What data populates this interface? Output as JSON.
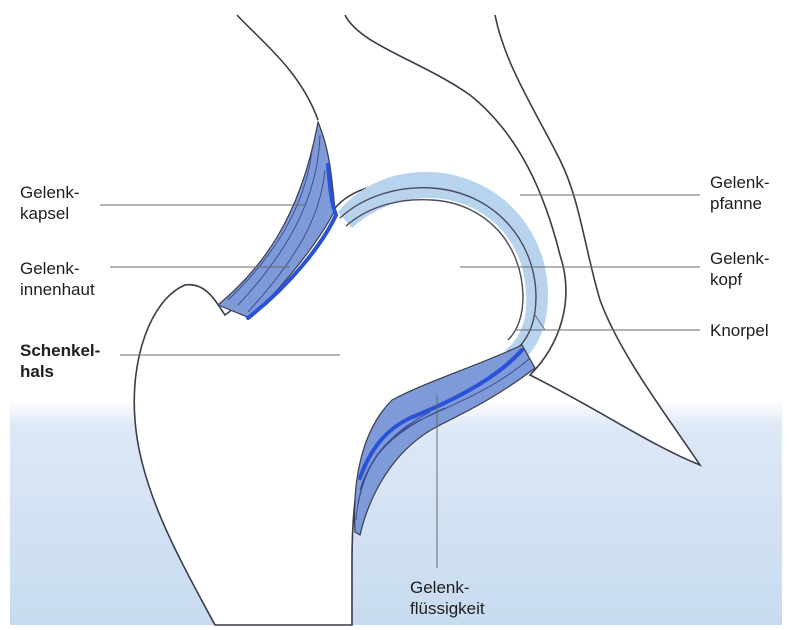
{
  "labels": {
    "gelenkkapsel": {
      "line1": "Gelenk-",
      "line2": "kapsel"
    },
    "gelenkinnenhaut": {
      "line1": "Gelenk-",
      "line2": "innenhaut"
    },
    "schenkelhals": {
      "line1": "Schenkel-",
      "line2": "hals"
    },
    "gelenkpfanne": {
      "line1": "Gelenk-",
      "line2": "pfanne"
    },
    "gelenkkopf": {
      "line1": "Gelenk-",
      "line2": "kopf"
    },
    "knorpel": {
      "line1": "Knorpel"
    },
    "gelenkfluessigkeit": {
      "line1": "Gelenk-",
      "line2": "flüssigkeit"
    }
  },
  "colors": {
    "capsule": "#7f9ad8",
    "capsule_dark": "#5b78c8",
    "synovial": "#2a52d6",
    "cartilage": "#b8d3ee",
    "bone_fill": "#ffffff",
    "background_fade": "#c9dcf0",
    "outline": "#3b3b4a",
    "leader": "#6a6a6a"
  }
}
